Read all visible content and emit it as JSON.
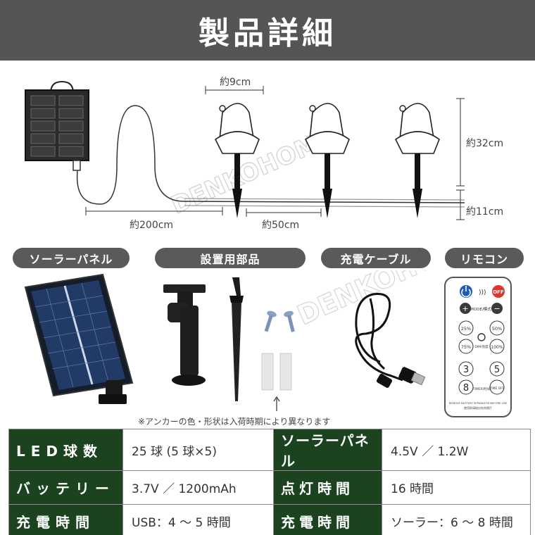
{
  "header": {
    "title": "製品詳細"
  },
  "diagram": {
    "width_label": "約9cm",
    "height_label": "約32cm",
    "stake_label": "約11cm",
    "cable_label": "約200cm",
    "spacing_label": "約50cm",
    "watermark": "DENKOHOME"
  },
  "parts": {
    "labels": [
      "ソーラーパネル",
      "設置用部品",
      "充電ケーブル",
      "リモコン"
    ],
    "remote": {
      "off": "OFF",
      "mode": "MODE/模式",
      "brightness": [
        "25%",
        "50%",
        "75%",
        "100%"
      ],
      "dim": "DIM/亮度",
      "timers": [
        "3",
        "5",
        "8"
      ],
      "timer": "TIMER/时间",
      "timer_off": "TIME OFF",
      "warning": "REMOVE BATTERY SEPARATOR BEFORE USE",
      "warning_cn": "使用前请抽出电池隔片"
    },
    "watermark": "DENKOHOME"
  },
  "note": "※アンカーの色・形状は入荷時期により異なります",
  "specs": [
    {
      "k1": "LED球数",
      "v1": "25 球 (5 球×5)",
      "k2": "ソーラーパネル",
      "v2": "4.5V ／ 1.2W"
    },
    {
      "k1": "バッテリー",
      "v1": "3.7V ／ 1200mAh",
      "k2": "点灯時間",
      "v2": "16 時間"
    },
    {
      "k1": "充電時間",
      "v1": "USB：4 〜 5 時間",
      "k2": "充電時間",
      "v2": "ソーラー：6 〜 8 時間"
    }
  ],
  "colors": {
    "header": "#555555",
    "pill": "#5a5a5a",
    "spec_key": "#1b4320"
  }
}
